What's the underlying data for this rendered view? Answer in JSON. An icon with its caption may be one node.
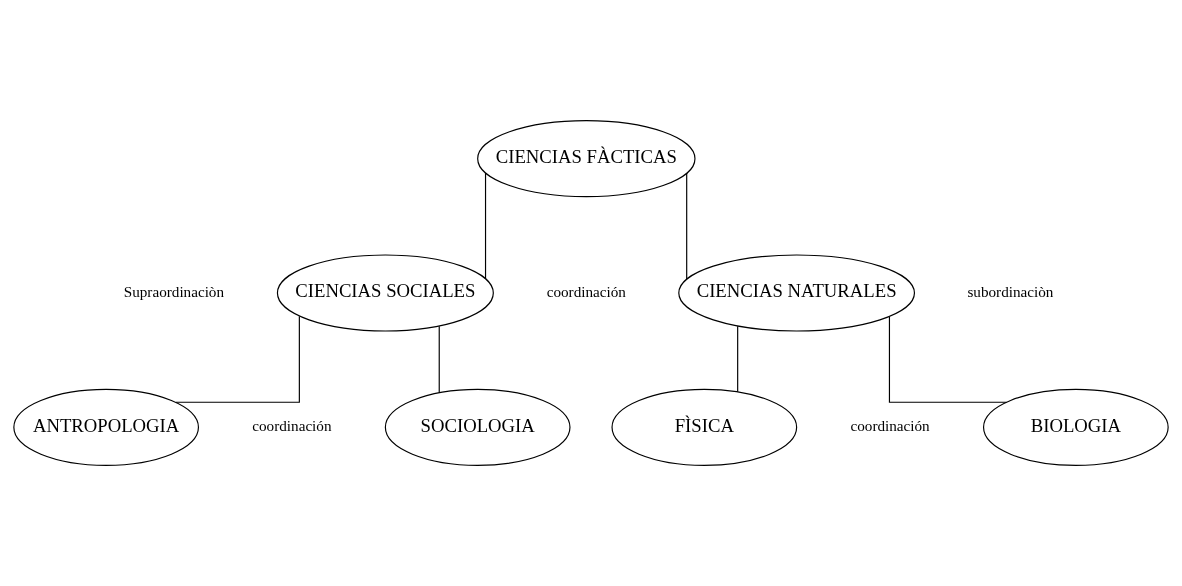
{
  "diagram": {
    "nodes": [
      {
        "text": [
          "CIENCIAS FÀCTICAS"
        ]
      },
      {
        "text": [
          "CIENCIAS SOCIALES"
        ]
      },
      {
        "text": [
          "CIENCIAS NATURALES"
        ]
      },
      {
        "text": [
          "ANTROPOLOGIA"
        ]
      },
      {
        "text": [
          "SOCIOLOGIA"
        ]
      },
      {
        "text": [
          "FÌSICA"
        ]
      },
      {
        "text": [
          "BIOLOGIA"
        ]
      }
    ],
    "edges": [
      {
        "from": 0,
        "to": 1,
        "arrow": "none"
      },
      {
        "from": 0,
        "to": 2,
        "arrow": "none"
      },
      {
        "from": 1,
        "to": 3,
        "arrow": "none"
      },
      {
        "from": 1,
        "to": 4,
        "arrow": "none"
      },
      {
        "from": 2,
        "to": 5,
        "arrow": "none"
      },
      {
        "from": 2,
        "to": 6,
        "arrow": "none"
      }
    ],
    "labels": [
      "Supraordinaciòn",
      "coordinación",
      "subordinaciòn",
      "coordinación",
      "coordinación"
    ]
  }
}
